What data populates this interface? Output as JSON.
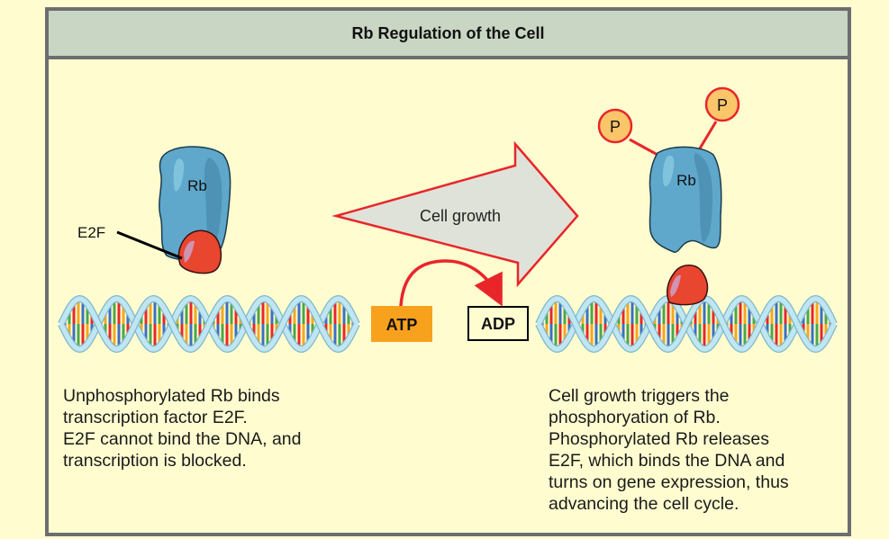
{
  "figure": {
    "title": "Rb Regulation of the Cell",
    "colors": {
      "background": "#fffdd0",
      "header": "#c9d6c3",
      "frame": "#6d6e70",
      "rb_protein": "#5fa8cc",
      "e2f_protein": "#e8462f",
      "phosphate_fill": "#fbc56a",
      "phosphate_stroke": "#e8262a",
      "arrow_fill": "#dfe2d8",
      "arrow_stroke": "#e8262a",
      "atp_fill": "#f7a11d"
    }
  },
  "left_panel": {
    "rb_label": "Rb",
    "e2f_label": "E2F",
    "caption": "Unphosphorylated Rb binds\ntranscription factor E2F.\nE2F cannot bind the DNA, and\ntranscription is blocked."
  },
  "center": {
    "arrow_label": "Cell growth",
    "atp_label": "ATP",
    "adp_label": "ADP"
  },
  "right_panel": {
    "rb_label": "Rb",
    "phosphate_labels": [
      "P",
      "P"
    ],
    "caption": "Cell growth triggers the\nphosphoryation of Rb.\nPhosphorylated Rb releases\nE2F, which binds the DNA and\nturns on gene expression, thus\nadvancing the cell cycle."
  }
}
